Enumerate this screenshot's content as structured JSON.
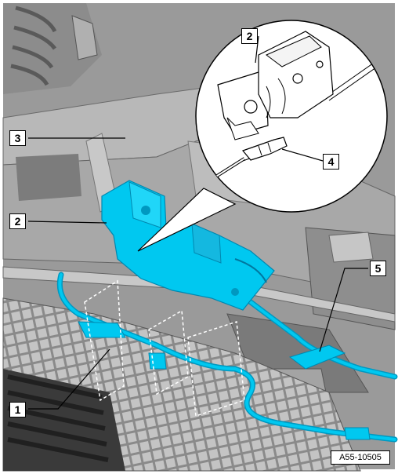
{
  "callouts": {
    "c1": "1",
    "c2_detail": "2",
    "c2_main": "2",
    "c3": "3",
    "c4": "4",
    "c5": "5"
  },
  "reference_code": "A55-10505",
  "colors": {
    "highlight": "#00c8f0",
    "highlight_dark": "#0098c0",
    "background_gray": "#9a9a9a",
    "line": "#000000"
  }
}
